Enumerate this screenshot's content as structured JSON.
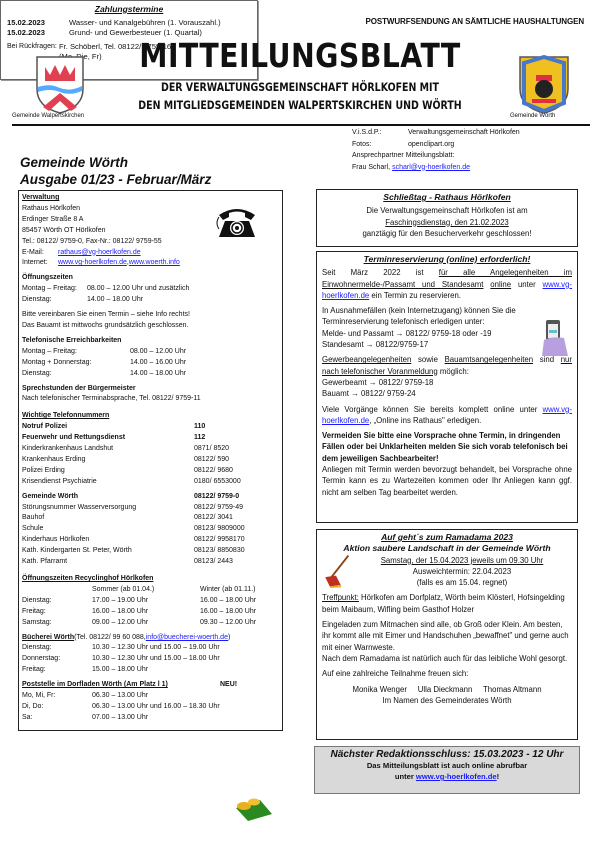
{
  "header": {
    "postwurf": "POSTWURFSENDUNG AN SÄMTLICHE HAUSHALTUNGEN",
    "title": "MITTEILUNGSBLATT",
    "subtitle1": "DER VERWALTUNGSGEMEINSCHAFT HÖRLKOFEN MIT",
    "subtitle2": "DEN MITGLIEDSGEMEINDEN WALPERTSKIRCHEN UND WÖRTH",
    "crest_left_label": "Gemeinde Walpertskirchen",
    "crest_right_label": "Gemeinde Wörth"
  },
  "imprint": {
    "visdp_k": "V.i.S.d.P.:",
    "visdp_v": "Verwaltungsgemeinschaft Hörlkofen",
    "fotos_k": "Fotos:",
    "fotos_v": "openclipart.org",
    "contact_label": "Ansprechpartner Mitteilungsblatt:",
    "contact_name": "Frau Scharl, ",
    "contact_email": "scharl@vg-hoerlkofen.de"
  },
  "issue": {
    "gemeinde": "Gemeinde Wörth",
    "ausgabe": "Ausgabe 01/23  -  Februar/März"
  },
  "verwaltung": {
    "heading": "Verwaltung",
    "lines": [
      "Rathaus Hörlkofen",
      "Erdinger Straße 8 A",
      "85457 Wörth OT Hörlkofen",
      "Tel.: 08122/ 9759-0, Fax-Nr.: 08122/ 9759-55"
    ],
    "email_label": "E-Mail:",
    "email": "rathaus@vg-hoerlkofen.de",
    "internet_label": "Internet:",
    "web1": "www.vg-hoerlkofen.de",
    "sep": ", ",
    "web2": "www.woerth.info"
  },
  "oeffnung": {
    "heading": "Öffnungszeiten",
    "rows": [
      [
        "Montag – Freitag:",
        "08.00 – 12.00 Uhr und zusätzlich"
      ],
      [
        "Dienstag:",
        "14.00 – 18.00 Uhr"
      ]
    ],
    "note1": "Bitte vereinbaren Sie einen Termin – siehe Info rechts!",
    "note2": "Das Bauamt ist mittwochs grundsätzlich geschlossen."
  },
  "telefon": {
    "heading": "Telefonische Erreichbarkeiten",
    "rows": [
      [
        "Montag – Freitag:",
        "08.00 – 12.00 Uhr"
      ],
      [
        "Montag + Donnerstag:",
        "14.00 – 16.00 Uhr"
      ],
      [
        "Dienstag:",
        "14.00 – 18.00 Uhr"
      ]
    ]
  },
  "sprech": {
    "heading": "Sprechstunden der Bürgermeister",
    "text": "Nach telefonischer Terminabsprache, Tel. 08122/ 9759-11"
  },
  "nummern": {
    "heading": "Wichtige Telefonnummern",
    "rows": [
      [
        "Notruf Polizei",
        "110"
      ],
      [
        "Feuerwehr und Rettungsdienst",
        "112"
      ],
      [
        "Kinderkrankenhaus Landshut",
        "0871/ 8520"
      ],
      [
        "Krankenhaus Erding",
        "08122/ 590"
      ],
      [
        "Polizei Erding",
        "08122/ 9680"
      ],
      [
        "Krisendienst Psychiatrie",
        "0180/ 6553000"
      ]
    ],
    "rows2": [
      [
        "Gemeinde Wörth",
        "08122/ 9759-0"
      ],
      [
        "Störungsnummer Wasserversorgung",
        "08122/ 9759-49"
      ],
      [
        "Bauhof",
        "08122/ 3041"
      ],
      [
        "Schule",
        "08123/ 9809000"
      ],
      [
        "Kinderhaus Hörlkofen",
        "08122/ 9958170"
      ],
      [
        "Kath. Kindergarten St. Peter, Wörth",
        "08123/ 8850830"
      ],
      [
        "Kath. Pfarramt",
        "08123/ 2443"
      ]
    ]
  },
  "recycling": {
    "heading": "Öffnungszeiten Recyclinghof Hörlkofen",
    "sommer": "Sommer (ab 01.04.)",
    "winter": "Winter (ab 01.11.)",
    "rows": [
      [
        "Dienstag:",
        "17.00 – 19.00 Uhr",
        "16.00 – 18.00 Uhr"
      ],
      [
        "Freitag:",
        "16.00 – 18.00 Uhr",
        "16.00 – 18.00 Uhr"
      ],
      [
        "Samstag:",
        "09.00 – 12.00 Uhr",
        "09.30 – 12.00 Uhr"
      ]
    ]
  },
  "buecherei": {
    "heading": "Bücherei Wörth",
    "tel": " (Tel. 08122/ 99 60 088, ",
    "email": "info@buecherei-woerth.de",
    "close": ")",
    "rows": [
      [
        "Dienstag:",
        "10.30 – 12.30 Uhr und 15.00 – 19.00 Uhr"
      ],
      [
        "Donnerstag:",
        "10.30 – 12.30 Uhr und 15.00 – 18.00 Uhr"
      ],
      [
        "Freitag:",
        "15.00 – 18.00 Uhr"
      ]
    ]
  },
  "post": {
    "heading": "Poststelle im Dorfladen Wörth (Am Platz l 1)",
    "neu": "NEU!",
    "rows": [
      [
        "Mo, Mi, Fr:",
        "06.30 – 13.00 Uhr"
      ],
      [
        "Di, Do:",
        "06.30 – 13.00 Uhr und 16.00 – 18.30 Uhr"
      ],
      [
        "Sa:",
        "07.00 – 13.00 Uhr"
      ]
    ]
  },
  "zahlung": {
    "heading": "Zahlungstermine",
    "rows": [
      [
        "15.02.2023",
        "Wasser- und Kanalgebühren (1. Vorauszahl.)"
      ],
      [
        "15.02.2023",
        "Grund- und Gewerbesteuer (1. Quartal)"
      ]
    ],
    "rueck_label": "Bei Rückfragen:",
    "rueck1": "Fr. Schöberl, Tel. 08122/ 9759-16",
    "rueck2": "(Mo, Die, Fr)"
  },
  "schliess": {
    "heading": "Schließtag - Rathaus Hörlkofen",
    "l1": "Die Verwaltungsgemeinschaft Hörlkofen ist am",
    "l2": "Faschingsdienstag, den 21.02.2023",
    "l3": "ganztägig für den Besucherverkehr geschlossen!"
  },
  "termin": {
    "heading": "Terminreservierung (online) erforderlich!",
    "p1a": "Seit März 2022 ist ",
    "p1b": "für alle Angelegenheiten im Einwohnermelde-/Passamt und Standesamt",
    "p1c": " ",
    "p1d": "online",
    "p1e": " unter ",
    "p1link": "www.vg-hoerlkofen.de",
    "p1f": " ein Termin zu reservieren.",
    "p2": "In Ausnahmefällen (kein Internetzugang) können Sie die Terminreservierung telefonisch erledigen unter:",
    "p2a": "Melde- und Passamt → 08122/ 9759-18 oder -19",
    "p2b": "Standesamt → 08122/9759-17",
    "p3a": "Gewerbeangelegenheiten",
    "p3b": " sowie ",
    "p3c": "Bauamtsangelegenheiten",
    "p3d": " sind ",
    "p3e": "nur nach telefonischer Voranmeldung",
    "p3f": " möglich:",
    "p3g": "Gewerbeamt → 08122/ 9759-18",
    "p3h": "Bauamt → 08122/ 9759-24",
    "p4a": "Viele Vorgänge können Sie bereits komplett online unter ",
    "p4link": "www.vg-hoerlkofen.de",
    "p4b": ", „Online ins Rathaus\" erledigen.",
    "p5": "Vermeiden Sie bitte eine Vorsprache ohne Termin, in dringenden Fällen oder bei Unklarheiten melden Sie sich vorab telefonisch bei dem jeweiligen Sachbearbeiter!",
    "p6": "Anliegen mit Termin werden bevorzugt behandelt, bei Vorsprache ohne Termin kann es zu Wartezeiten kommen oder Ihr Anliegen kann ggf. nicht am selben Tag bearbeitet werden."
  },
  "ramadama": {
    "heading": "Auf geht´s zum Ramadama 2023",
    "sub": "Aktion saubere Landschaft in der Gemeinde Wörth",
    "date": "Samstag, der 15.04.2023 jeweils um 09.30 Uhr",
    "alt1": "Ausweichtermin: 22.04.2023",
    "alt2": "(falls es am 15.04. regnet)",
    "treff_label": "Treffpunkt:",
    "treff": " Hörlkofen am Dorfplatz, Wörth beim Klösterl, Hofsingelding beim Maibaum, Wifling beim Gasthof Holzer",
    "p1": "Eingeladen zum Mitmachen sind alle, ob Groß oder Klein. Am besten, ihr kommt alle mit Eimer und Handschuhen „bewaffnet\" und gerne auch mit einer Warnweste.",
    "p2": "Nach dem Ramadama ist natürlich auch für das leibliche Wohl gesorgt.",
    "p3": "Auf eine zahlreiche Teilnahme freuen sich:",
    "names": "Monika Wenger     Ulla Dieckmann     Thomas Altmann",
    "gr": "Im Namen des Gemeinderates Wörth"
  },
  "redaktion": {
    "title": "Nächster Redaktionsschluss: 15.03.2023 - 12 Uhr",
    "l1": "Das Mitteilungsblatt ist auch online abrufbar",
    "l2": "unter ",
    "link": "www.vg-hoerlkofen.de",
    "end": "!"
  }
}
